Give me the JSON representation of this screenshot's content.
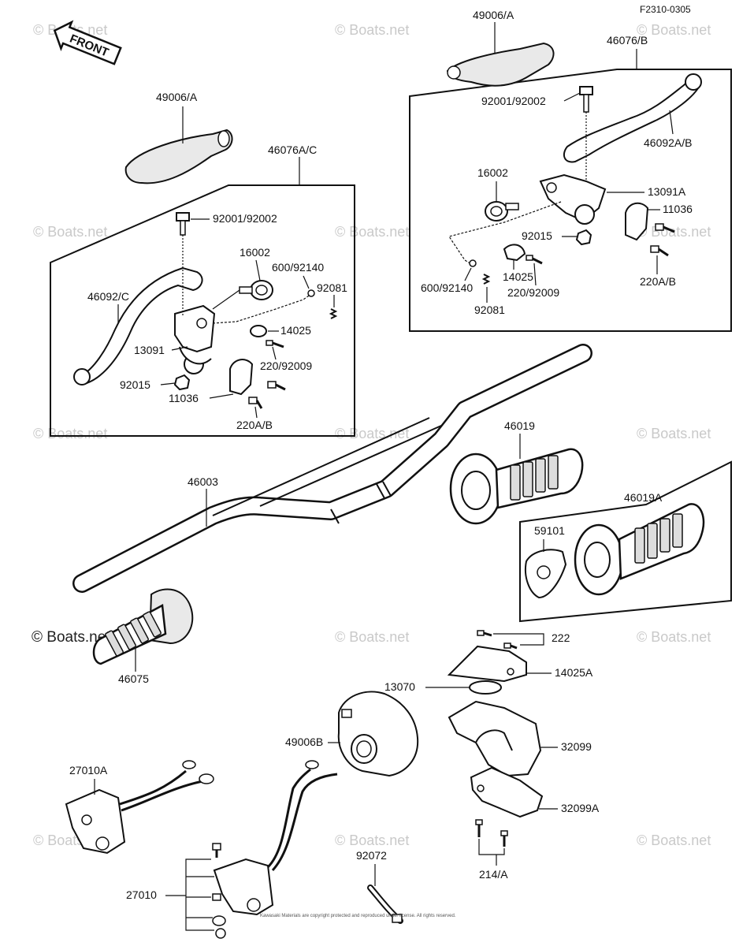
{
  "diagram_code": "F2310-0305",
  "front_arrow_label": "FRONT",
  "watermark": "© Boats.net",
  "watermark_prominent": "© Boats.net",
  "footer_note": "Kawasaki Materials are copyright protected and reproduced under license. All rights reserved.",
  "part_labels": {
    "grip_cover_left": "49006/A",
    "grip_cover_right": "49006/A",
    "lever_assy_right": "46076/B",
    "lever_assy_left": "46076A/C",
    "bolt_set_right": "92001/92002",
    "bolt_set_left": "92001/92002",
    "lever_right": "46092A/B",
    "lever_left": "46092/C",
    "adjuster_right": "16002",
    "adjuster_left": "16002",
    "holder_right": "13091A",
    "holder_left": "13091",
    "clamp_right": "11036",
    "clamp_left": "11036",
    "nut_right": "92015",
    "nut_left": "92015",
    "cable_end_right": "600/92140",
    "cable_end_left": "600/92140",
    "plate_right": "14025",
    "plate_left": "14025",
    "screw_right": "220/92009",
    "screw_left": "220/92009",
    "bolt_right": "220A/B",
    "bolt_left": "220A/B",
    "spring_right": "92081",
    "spring_left": "92081",
    "handlebar": "46003",
    "throttle_grip": "46019",
    "throttle_grip_alt": "46019A",
    "guide": "59101",
    "grip_left": "46075",
    "screws": "222",
    "cover_plate": "14025A",
    "bushing": "13070",
    "boot": "49006B",
    "housing_upper": "32099",
    "housing_lower": "32099A",
    "switch_alt": "27010A",
    "switch": "27010",
    "cable_band": "92072",
    "housing_screws": "214/A"
  }
}
